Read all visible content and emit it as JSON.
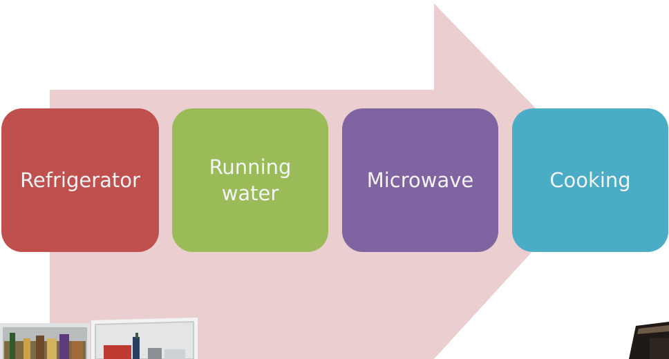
{
  "diagram": {
    "arrow_color": "#ebcfd0",
    "steps": [
      {
        "label": "Refrigerator",
        "color": "#c0504d"
      },
      {
        "label": "Running water",
        "color": "#9bbb59"
      },
      {
        "label": "Microwave",
        "color": "#8064a2"
      },
      {
        "label": "Cooking",
        "color": "#4bacc6"
      }
    ]
  },
  "images": [
    {
      "name": "refrigerator-photo"
    },
    {
      "name": "kitchen-photo"
    }
  ]
}
